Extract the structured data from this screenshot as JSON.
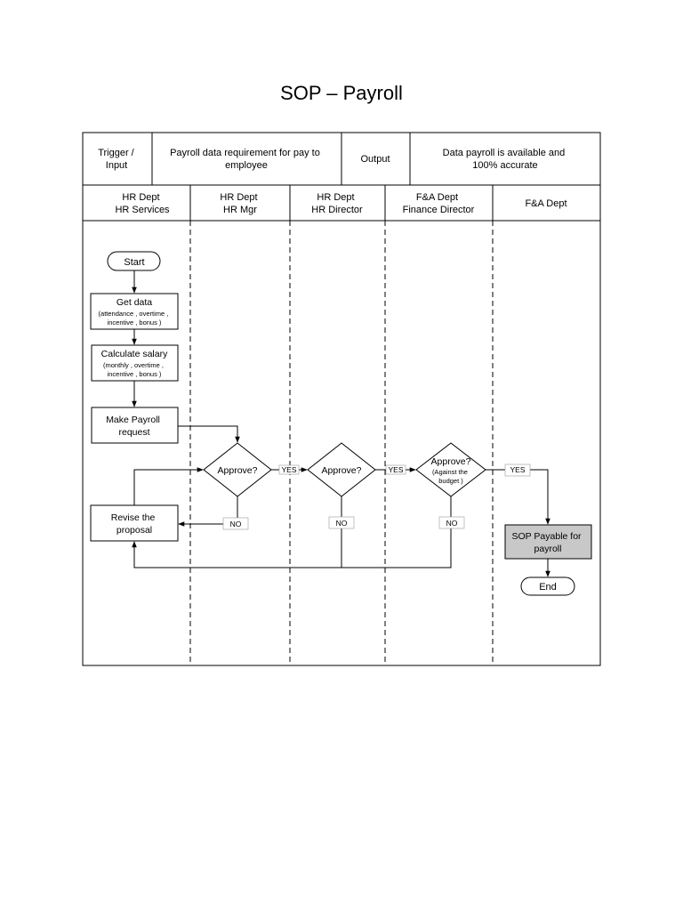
{
  "title": "SOP – Payroll",
  "header": {
    "trigger_label": [
      "Trigger  /",
      "Input"
    ],
    "trigger_value": [
      "Payroll data requirement for pay to",
      "employee"
    ],
    "output_label": "Output",
    "output_value": [
      "Data payroll is available and",
      "100% accurate"
    ]
  },
  "lanes": [
    {
      "line1": "HR Dept",
      "line2": "HR Services"
    },
    {
      "line1": "HR Dept",
      "line2": "HR Mgr"
    },
    {
      "line1": "HR Dept",
      "line2": "HR Director"
    },
    {
      "line1": "F&A Dept",
      "line2": "Finance Director"
    },
    {
      "line1": "F&A Dept",
      "line2": ""
    }
  ],
  "nodes": {
    "start": "Start",
    "get_data": {
      "title": "Get data",
      "detail": [
        "(attendance , overtime ,",
        "incentive , bonus )"
      ]
    },
    "calc_salary": {
      "title": "Calculate salary",
      "detail": [
        "(monthly , overtime ,",
        "incentive , bonus )"
      ]
    },
    "make_request": [
      "Make Payroll",
      "request"
    ],
    "approve_mgr": "Approve?",
    "approve_dir": "Approve?",
    "approve_fin": {
      "title": "Approve?",
      "detail": [
        "(Against the",
        "budget )"
      ]
    },
    "revise": [
      "Revise the",
      "proposal"
    ],
    "sop_payable": [
      "SOP Payable for",
      "payroll"
    ],
    "end": "End"
  },
  "edge_labels": {
    "yes": "YES",
    "no": "NO"
  },
  "colors": {
    "line": "#000000",
    "highlight_fill": "#c8c8c8"
  }
}
